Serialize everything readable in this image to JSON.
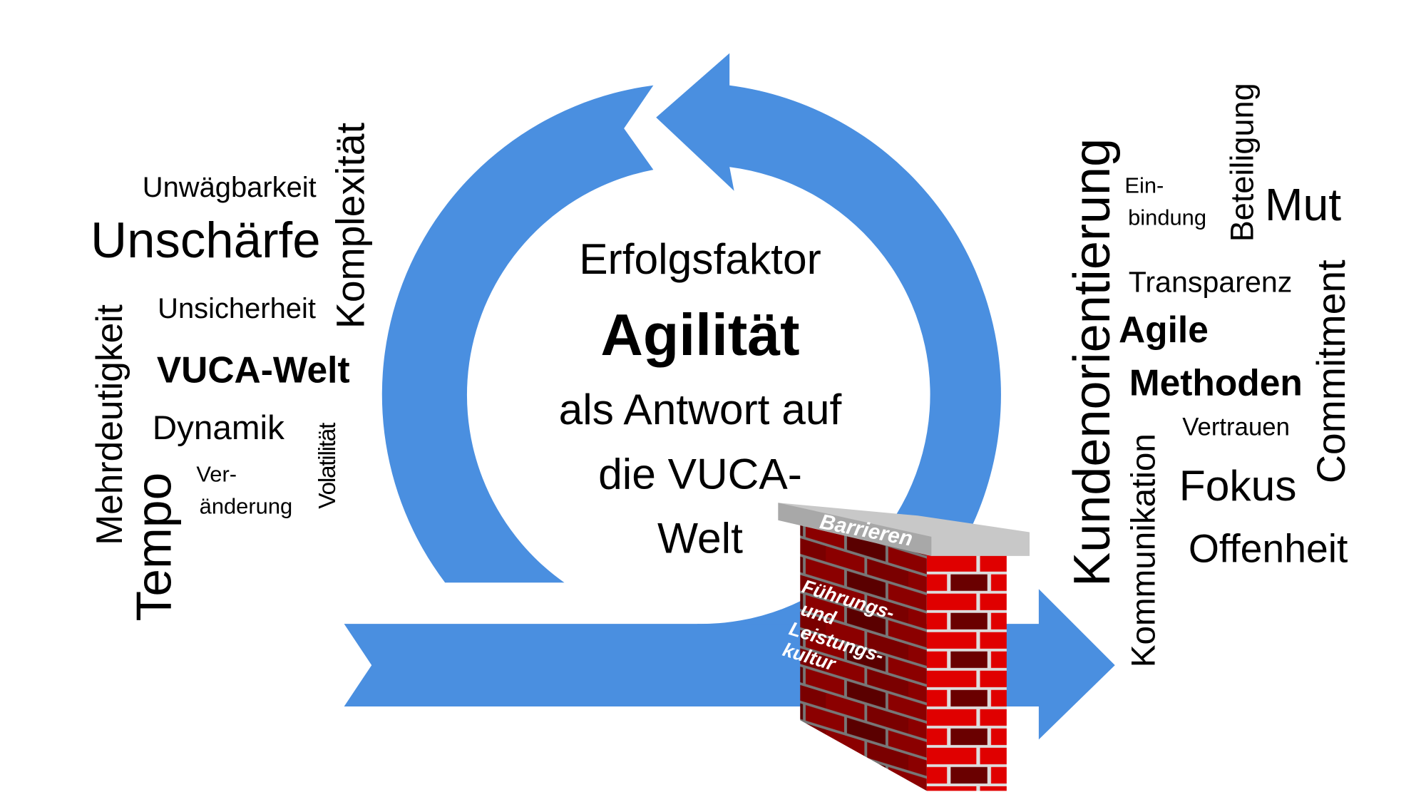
{
  "colors": {
    "arrow": "#4a8fe0",
    "brick_light": "#e00000",
    "brick_dark": "#8b0000",
    "brick_darkest": "#4a0000",
    "slab": "#c8c8c8",
    "mortar": "#7a7a7a"
  },
  "left_words": {
    "unwaegbarkeit": "Unwägbarkeit",
    "unschaerfe": "Unschärfe",
    "komplexitaet": "Komplexität",
    "mehrdeutigkeit": "Mehrdeutigkeit",
    "unsicherheit": "Unsicherheit",
    "vuca_welt": "VUCA-Welt",
    "dynamik": "Dynamik",
    "tempo": "Tempo",
    "veraenderung_1": "Ver-",
    "veraenderung_2": "änderung",
    "volatilitaet": "Volatilität"
  },
  "center": {
    "line1": "Erfolgsfaktor",
    "line2": "Agilität",
    "line3": "als Antwort auf",
    "line4": "die VUCA-",
    "line5": "Welt"
  },
  "wall": {
    "top_label": "Barrieren",
    "front_1": "Führungs-",
    "front_2": "und",
    "front_3": "Leistungs-",
    "front_4": "kultur"
  },
  "right_words": {
    "kundenorientierung": "Kundenorientierung",
    "einbindung_1": "Ein-",
    "einbindung_2": "bindung",
    "beteiligung": "Beteiligung",
    "mut": "Mut",
    "transparenz": "Transparenz",
    "commitment": "Commitment",
    "agile": "Agile",
    "methoden": "Methoden",
    "kommunikation": "Kommunikation",
    "vertrauen": "Vertrauen",
    "fokus": "Fokus",
    "offenheit": "Offenheit"
  }
}
